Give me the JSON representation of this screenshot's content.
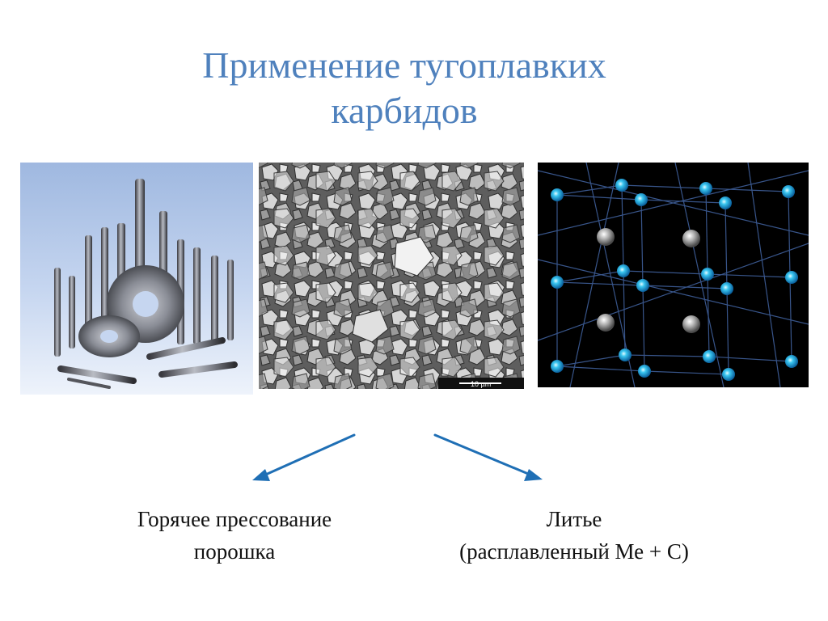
{
  "slide": {
    "title_line1": "Применение тугоплавких",
    "title_line2": "карбидов",
    "photos": {
      "tools": {
        "icon": "carbide-tools-photo"
      },
      "sem": {
        "icon": "sem-micrograph-photo",
        "scale_label": "10 µm"
      },
      "lattice": {
        "icon": "crystal-lattice-image"
      }
    },
    "captions": {
      "left_line1": "Горячее прессование",
      "left_line2": "порошка",
      "right_line1": "Литье",
      "right_line2": "(расплавленный Ме + С)"
    },
    "colors": {
      "title": "#4f81bd",
      "arrow": "#1f6fb5",
      "text": "#111111"
    }
  }
}
